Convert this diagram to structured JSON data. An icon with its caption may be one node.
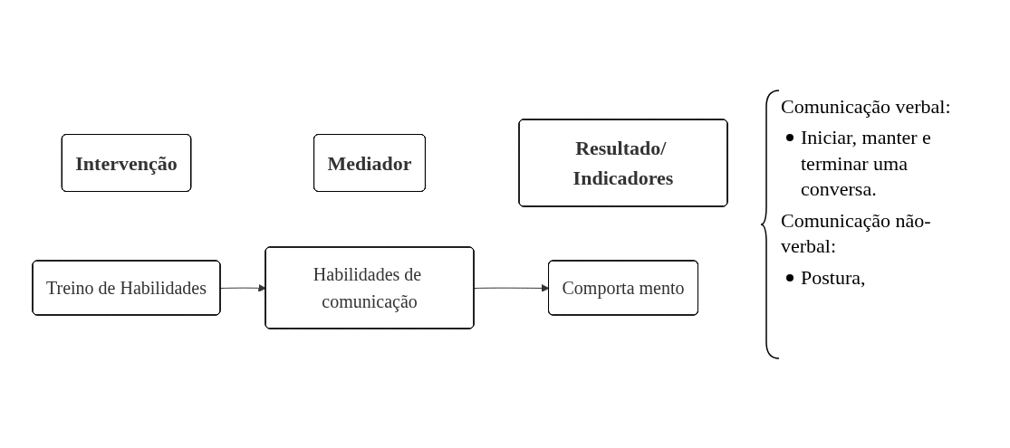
{
  "diagram": {
    "nodes": [
      {
        "text": [
          "Intervenção"
        ]
      },
      {
        "text": [
          "Mediador"
        ]
      },
      {
        "text": [
          "Resultado/ Indicadores"
        ]
      },
      {
        "text": [
          "Treino de Habilidades"
        ]
      },
      {
        "text": [
          "Habilidades de comunicação"
        ]
      },
      {
        "text": [
          "Comporta mento"
        ]
      }
    ],
    "edges": [
      {
        "from": 3,
        "to": 4,
        "arrow": "to"
      },
      {
        "from": 4,
        "to": 5,
        "arrow": "to"
      }
    ],
    "labels": [
      "Comunicação verbal:",
      "Iniciar, manter e terminar uma conversa.",
      "Comunicação não-verbal:",
      "Postura,"
    ]
  }
}
